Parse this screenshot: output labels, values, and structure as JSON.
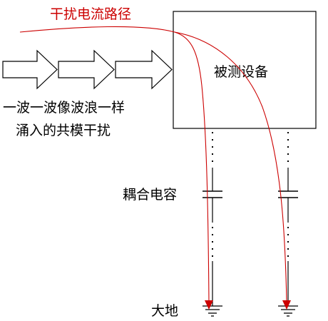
{
  "title": "干扰电流路径",
  "device_label": "被测设备",
  "wave_caption_line1": "一波一波像波浪一样",
  "wave_caption_line2": "涌入的共模干扰",
  "capacitor_label": "耦合电容",
  "ground_label": "大地",
  "colors": {
    "ink": "#000000",
    "path": "#cc0000",
    "title": "#cc0000",
    "background": "#ffffff"
  }
}
